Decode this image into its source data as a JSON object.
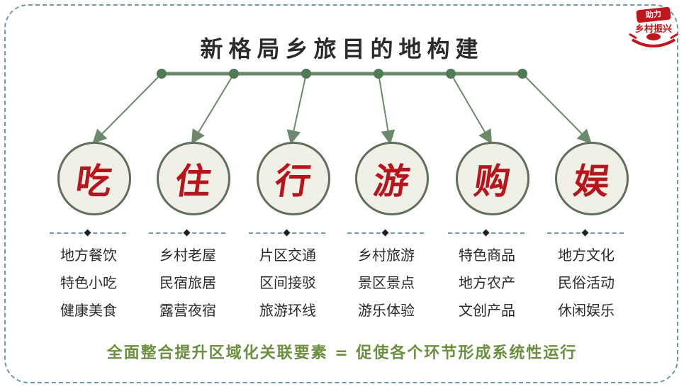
{
  "title": "新格局乡旅目的地构建",
  "badge": {
    "top": "助力",
    "main": "乡村振兴"
  },
  "colors": {
    "line": "#6a8a6b",
    "node": "#4f7a54",
    "glyph": "#b8141b",
    "footer": "#6b8e3f",
    "border": "#6e9aa8"
  },
  "categories": [
    {
      "glyph": "吃",
      "items": [
        "地方餐饮",
        "特色小吃",
        "健康美食"
      ]
    },
    {
      "glyph": "住",
      "items": [
        "乡村老屋",
        "民宿旅居",
        "露营夜宿"
      ]
    },
    {
      "glyph": "行",
      "items": [
        "片区交通",
        "区间接驳",
        "旅游环线"
      ]
    },
    {
      "glyph": "游",
      "items": [
        "乡村旅游",
        "景区景点",
        "游乐体验"
      ]
    },
    {
      "glyph": "购",
      "items": [
        "特色商品",
        "地方农产",
        "文创产品"
      ]
    },
    {
      "glyph": "娱",
      "items": [
        "地方文化",
        "民俗活动",
        "休闲娱乐"
      ]
    }
  ],
  "footer": "全面整合提升区域化关联要素 = 促使各个环节形成系统性运行"
}
